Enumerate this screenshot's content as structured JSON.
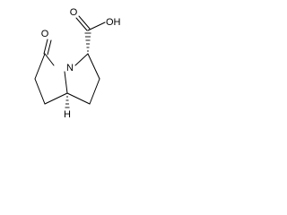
{
  "molecule": {
    "atoms": {
      "ketone_oxygen": "O",
      "ring_nitrogen": "N",
      "acid_group": "OH",
      "bridgehead_hydrogen": "H"
    },
    "stereo": {
      "acid_bond": "hashed-wedge",
      "hydrogen_bond": "hashed-wedge"
    }
  }
}
